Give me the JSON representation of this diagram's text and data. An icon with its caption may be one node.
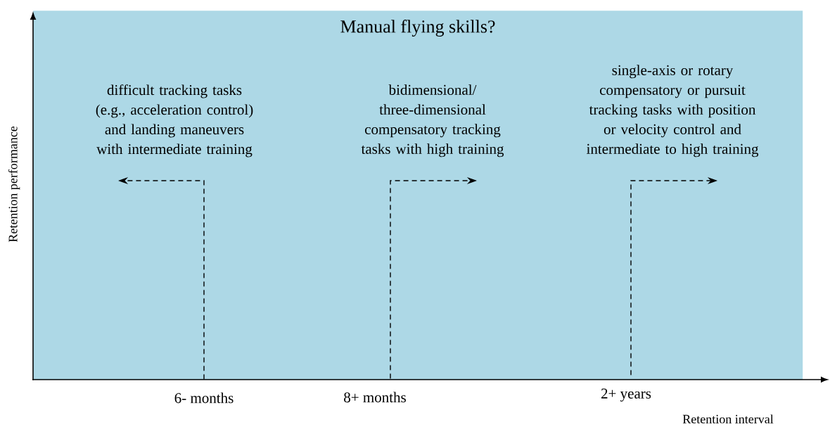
{
  "diagram": {
    "title": "Manual flying skills?",
    "nodes": [
      {
        "text": [],
        "shape": "box"
      },
      {
        "text": [
          "difficult tracking tasks (e.g., acceleration control) and landing maneuvers with intermediate training"
        ],
        "in": 0
      },
      {
        "text": [
          "bidimensional/ three-dimensional compensatory tracking tasks with high training"
        ],
        "in": 0
      },
      {
        "text": [
          "single-axis or rotary compensatory or pursuit tracking tasks with position or velocity control and intermediate to high training"
        ],
        "in": 0
      },
      {
        "text": [
          "6- months"
        ]
      },
      {
        "text": [
          "8+ months"
        ]
      },
      {
        "text": [
          "2+ years"
        ]
      }
    ],
    "edges": [
      {
        "from": 4,
        "to": null,
        "arrow": "to",
        "style": "dashed"
      },
      {
        "from": 5,
        "to": null,
        "arrow": "to",
        "style": "dashed"
      },
      {
        "from": 6,
        "to": null,
        "arrow": "to",
        "style": "dashed"
      }
    ],
    "labels": [
      "Retention performance",
      "Retention interval"
    ]
  }
}
